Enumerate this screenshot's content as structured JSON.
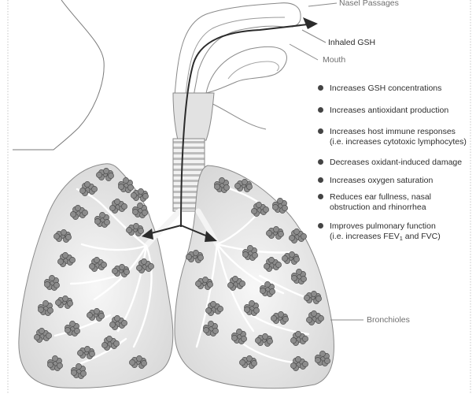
{
  "labels": {
    "nasal_passages": "Nasel Passages",
    "inhaled": "Inhaled GSH",
    "mouth": "Mouth",
    "bronchioles": "Bronchioles"
  },
  "effects": [
    {
      "line1": "Increases GSH concentrations"
    },
    {
      "line1": "Increases antioxidant production"
    },
    {
      "line1": "Increases host immune responses",
      "line2": "(i.e. increases cytotoxic lymphocytes)"
    },
    {
      "line1": "Decreases oxidant-induced damage"
    },
    {
      "line1": "Increases oxygen saturation"
    },
    {
      "line1": "Reduces ear fullness, nasal",
      "line2": "obstruction and rhinorrhea"
    },
    {
      "line1": "Improves pulmonary function",
      "line2_pre": "(i.e. increases FEV",
      "line2_sub": "1",
      "line2_post": " and FVC)"
    }
  ],
  "colors": {
    "lung_fill": "#e4e4e4",
    "alveoli": "#8c8c8c",
    "arrow": "#2b2b2b",
    "outline": "#7a7a7a"
  }
}
